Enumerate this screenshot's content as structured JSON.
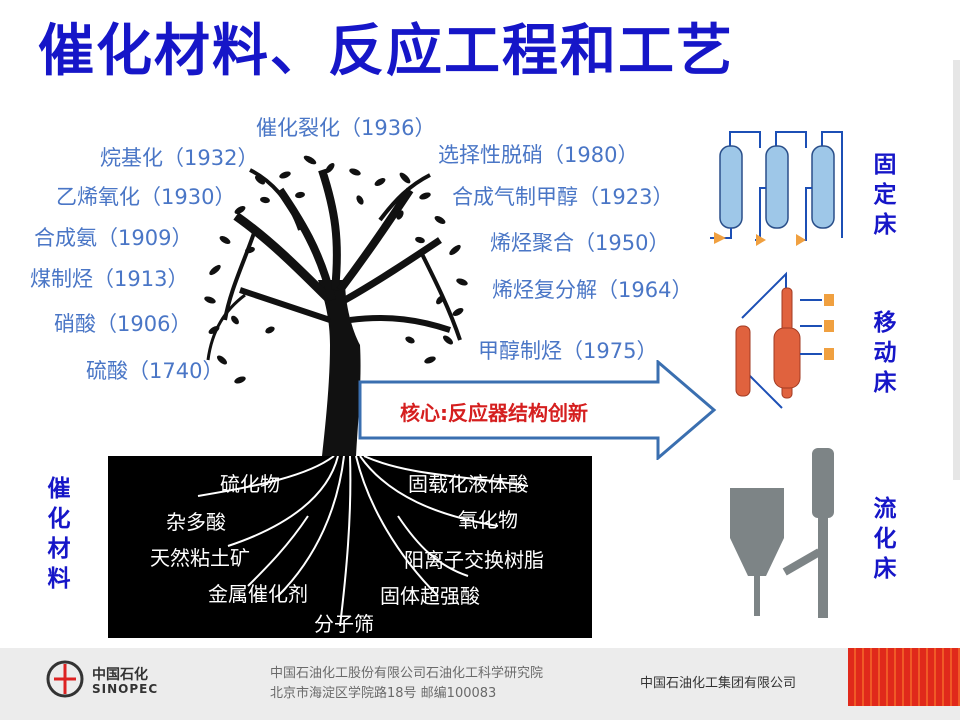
{
  "title": "催化材料、反应工程和工艺",
  "branches": [
    "催化裂化（1936）",
    "烷基化（1932）",
    "选择性脱硝（1980）",
    "乙烯氧化（1930）",
    "合成气制甲醇（1923）",
    "合成氨（1909）",
    "烯烃聚合（1950）",
    "煤制烃（1913）",
    "烯烃复分解（1964）",
    "硝酸（1906）",
    "甲醇制烃（1975）",
    "硫酸（1740）"
  ],
  "roots": [
    "硫化物",
    "固载化液体酸",
    "杂多酸",
    "氧化物",
    "天然粘土矿",
    "阳离子交换树脂",
    "金属催化剂",
    "固体超强酸",
    "分子筛"
  ],
  "left_label": "催化材料",
  "core": "核心:反应器结构创新",
  "reactors": [
    "固定床",
    "移动床",
    "流化床"
  ],
  "footer": {
    "logo_cn": "中国石化",
    "logo_en": "SINOPEC",
    "line1": "中国石油化工股份有限公司石油化工科学研究院",
    "line2": "北京市海淀区学院路18号   邮编100083",
    "right": "中国石油化工集团有限公司"
  },
  "colors": {
    "title": "#1616c8",
    "branch": "#4a76c6",
    "core": "#d51f1f",
    "arrow": "#3a6fb0"
  }
}
